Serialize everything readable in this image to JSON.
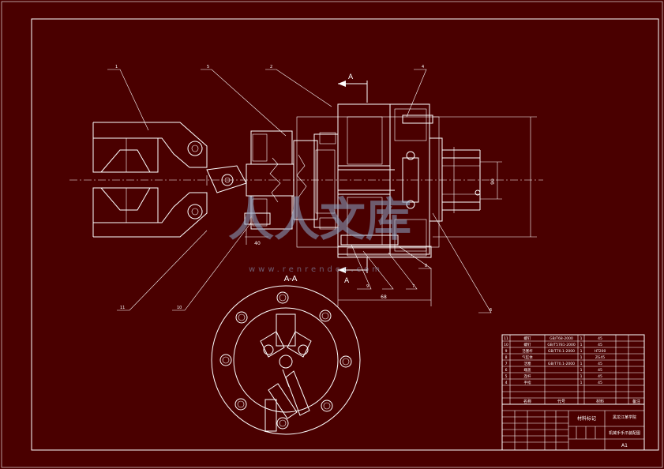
{
  "view": {
    "section_arrow_label": "A",
    "section_view_title": "A-A"
  },
  "balloons": [
    "1",
    "5",
    "2",
    "4",
    "9",
    "7",
    "8",
    "6",
    "11",
    "10"
  ],
  "dimensions": [
    "68",
    "90",
    "40"
  ],
  "title_block": {
    "header_name": "名称",
    "header_code": "代号",
    "header_material": "材料",
    "header_note": "备注",
    "material_mark": "材料标记",
    "company": "黑龙江某学院",
    "drawing_title": "机械手手爪装配图",
    "sheet": "A1",
    "parts": [
      {
        "no": "11",
        "name": "螺钉",
        "code": "GB/T68-2000",
        "qty": "1",
        "mat": "45"
      },
      {
        "no": "10",
        "name": "螺钉",
        "code": "GB/T5781-2000",
        "qty": "1",
        "mat": "45"
      },
      {
        "no": "9",
        "name": "活塞杆",
        "code": "GB/T70.1-2000",
        "qty": "1",
        "mat": "HT200"
      },
      {
        "no": "8",
        "name": "气缸体",
        "code": "",
        "qty": "1",
        "mat": "ZG45"
      },
      {
        "no": "7",
        "name": "活塞",
        "code": "GB/T70.1-2000",
        "qty": "1",
        "mat": "45"
      },
      {
        "no": "6",
        "name": "端盖",
        "code": "",
        "qty": "1",
        "mat": "45"
      },
      {
        "no": "5",
        "name": "连杆",
        "code": "",
        "qty": "1",
        "mat": "45"
      },
      {
        "no": "4",
        "name": "手指",
        "code": "",
        "qty": "1",
        "mat": "45"
      }
    ]
  },
  "watermark": {
    "logo": "人人文库",
    "url": "www.renrendoc.com"
  }
}
